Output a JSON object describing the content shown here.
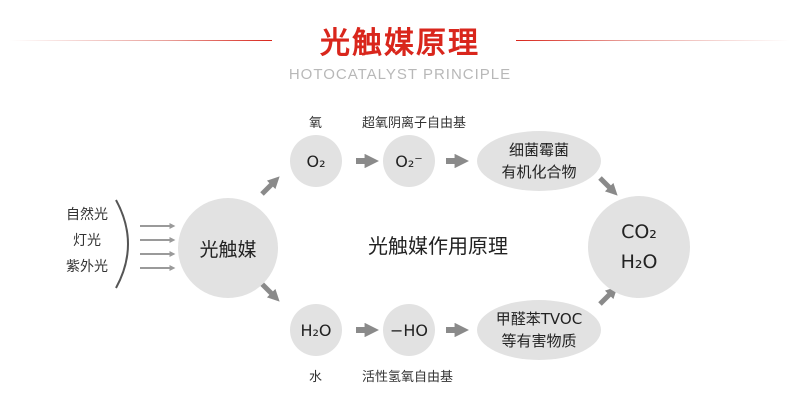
{
  "header": {
    "title": "光触媒原理",
    "subtitle": "HOTOCATALYST PRINCIPLE"
  },
  "light_sources": [
    "自然光",
    "灯光",
    "紫外光"
  ],
  "catalyst": "光触媒",
  "center_label": "光触媒作用原理",
  "top_row": {
    "label_oxygen": "氧",
    "o2": "O₂",
    "label_superoxide": "超氧阴离子自由基",
    "o2_minus": "O₂⁻",
    "target_lines": [
      "细菌霉菌",
      "有机化合物"
    ]
  },
  "bottom_row": {
    "label_water": "水",
    "h2o": "H₂O",
    "label_hydroxyl": "活性氢氧自由基",
    "ho": "−HO",
    "target_lines": [
      "甲醛苯TVOC",
      "等有害物质"
    ]
  },
  "products": [
    "CO₂",
    "H₂O"
  ],
  "colors": {
    "accent": "#d9261c",
    "circle": "#e2e2e2",
    "arrow": "#8a8a8a",
    "subtitle": "#b8b8b8"
  }
}
